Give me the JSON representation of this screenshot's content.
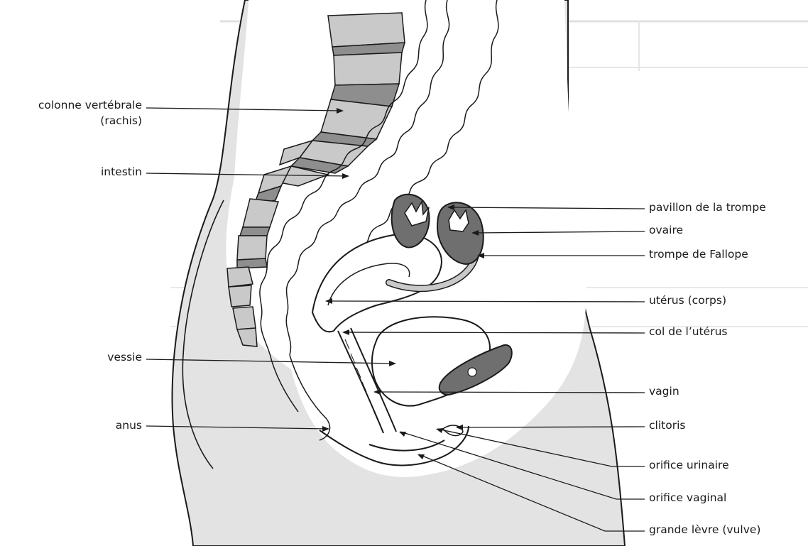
{
  "labels": {
    "spine": [
      "colonne vertébrale",
      "(rachis)"
    ],
    "intestine": "intestin",
    "bladder": "vessie",
    "anus": "anus",
    "tube_pavilion": "pavillon de la trompe",
    "ovary": "ovaire",
    "fallopian_tube": "trompe de Fallope",
    "uterus_body": "utérus (corps)",
    "cervix": "col de l’utérus",
    "vagina": "vagin",
    "clitoris": "clitoris",
    "urinary_orifice": "orifice urinaire",
    "vaginal_orifice": "orifice vaginal",
    "labia_majora": "grande lèvre (vulve)"
  },
  "colors": {
    "skin": "#e3e3e3",
    "bone": "#c9c9c9",
    "disc": "#8e8e8e",
    "ovary": "#6f6f6f",
    "background_text": "#d0d0d0"
  }
}
